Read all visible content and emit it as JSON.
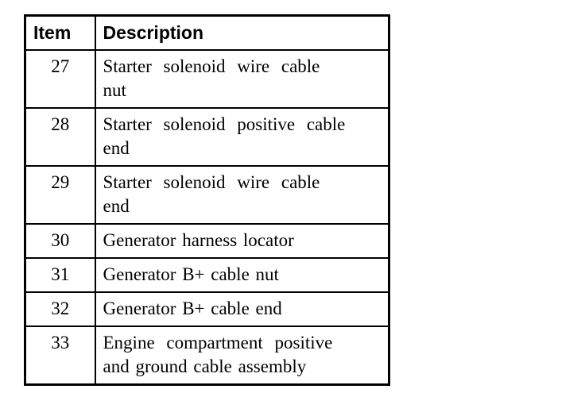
{
  "table": {
    "headers": {
      "item": "Item",
      "description": "Description"
    },
    "rows": [
      {
        "item": "27",
        "lines": [
          "Starter solenoid wire cable",
          "nut"
        ]
      },
      {
        "item": "28",
        "lines": [
          "Starter solenoid positive cable",
          "end"
        ]
      },
      {
        "item": "29",
        "lines": [
          "Starter solenoid wire cable",
          "end"
        ]
      },
      {
        "item": "30",
        "lines": [
          "Generator harness locator"
        ]
      },
      {
        "item": "31",
        "lines": [
          "Generator B+ cable nut"
        ]
      },
      {
        "item": "32",
        "lines": [
          "Generator B+ cable end"
        ]
      },
      {
        "item": "33",
        "lines": [
          "Engine compartment positive",
          "and ground cable assembly"
        ]
      }
    ],
    "colors": {
      "border": "#000000",
      "text": "#000000",
      "background": "#ffffff"
    }
  }
}
